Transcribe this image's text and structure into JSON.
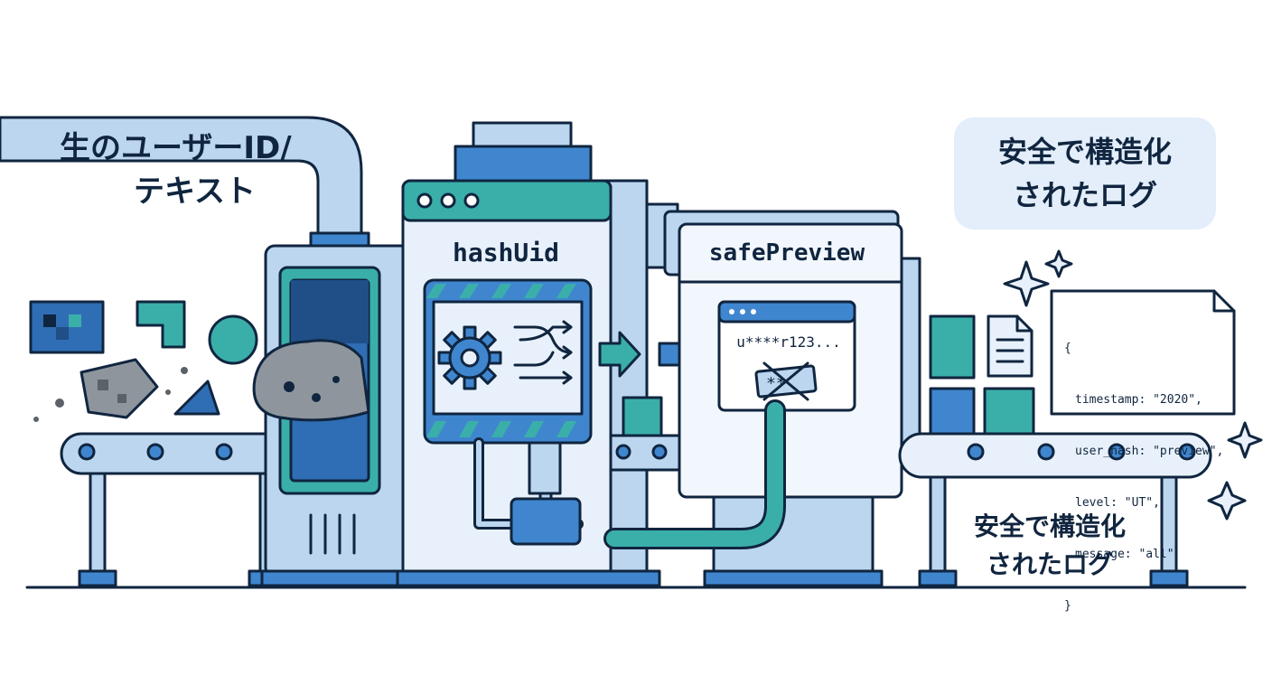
{
  "labels": {
    "raw_input_line1": "生のユーザーID/",
    "raw_input_line2": "テキスト",
    "safe_output_top_line1": "安全で構造化",
    "safe_output_top_line2": "されたログ",
    "safe_output_bottom_line1": "安全で構造化",
    "safe_output_bottom_line2": "されたログ"
  },
  "machines": {
    "hash": {
      "title": "hashUid"
    },
    "preview": {
      "title": "safePreview",
      "masked_text": "u****r123..."
    }
  },
  "log_document": {
    "open_brace": "{",
    "lines": [
      "timestamp: \"2020\",",
      "user_hash: \"preview\",",
      "level: \"UT\",",
      "message: \"all\""
    ],
    "close_brace": "}"
  },
  "colors": {
    "ink": "#10253f",
    "blue_dark": "#2f6eb5",
    "blue_mid": "#3f86cf",
    "blue_light": "#bcd6f0",
    "blue_pale": "#e3eefa",
    "teal": "#3aafa9",
    "gray_debris": "#8e959c"
  },
  "icons": [
    "gear-icon",
    "shuffle-arrows-icon",
    "arrow-right-icon",
    "document-icon",
    "sparkle-icon",
    "masked-tag-icon"
  ]
}
